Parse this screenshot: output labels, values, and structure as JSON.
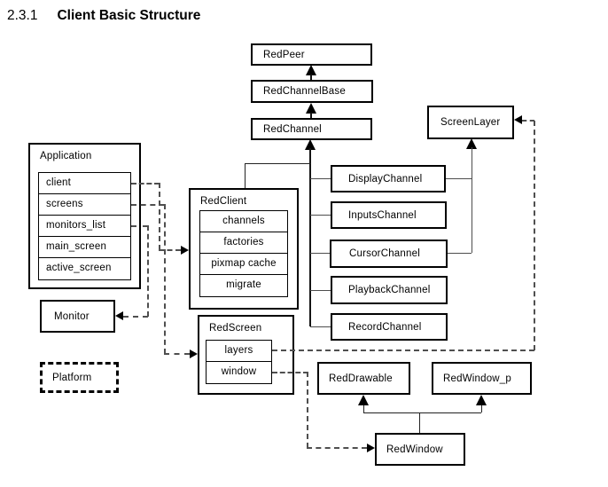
{
  "title": {
    "number": "2.3.1",
    "text": "Client Basic Structure"
  },
  "boxes": {
    "red_peer": "RedPeer",
    "red_channel_base": "RedChannelBase",
    "red_channel": "RedChannel",
    "screen_layer": "ScreenLayer",
    "display_channel": "DisplayChannel",
    "inputs_channel": "InputsChannel",
    "cursor_channel": "CursorChannel",
    "playback_channel": "PlaybackChannel",
    "record_channel": "RecordChannel",
    "monitor": "Monitor",
    "platform": "Platform",
    "red_drawable": "RedDrawable",
    "red_window_p": "RedWindow_p",
    "red_window": "RedWindow"
  },
  "application": {
    "title": "Application",
    "fields": [
      "client",
      "screens",
      "monitors_list",
      "main_screen",
      "active_screen"
    ]
  },
  "red_client": {
    "title": "RedClient",
    "fields": [
      "channels",
      "factories",
      "pixmap cache",
      "migrate"
    ]
  },
  "red_screen": {
    "title": "RedScreen",
    "fields": [
      "layers",
      "window"
    ]
  },
  "colors": {
    "line": "#000000",
    "dashed_line": "#4f4f4f",
    "background": "#ffffff"
  }
}
